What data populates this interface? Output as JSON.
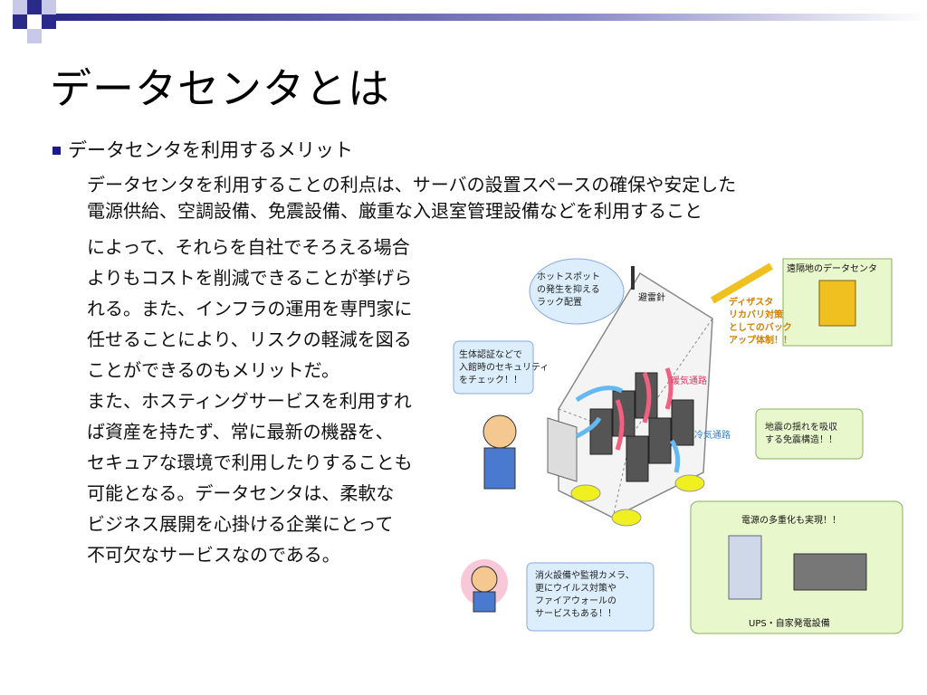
{
  "slide": {
    "title": "データセンタとは",
    "bullet": "データセンタを利用するメリット",
    "wide_lines": [
      "データセンタを利用することの利点は、サーバの設置スペースの確保や安定した",
      "電源供給、空調設備、免震設備、厳重な入退室管理設備などを利用すること"
    ],
    "narrow_lines": [
      "によって、それらを自社でそろえる場合",
      "よりもコストを削減できることが挙げら",
      "れる。また、インフラの運用を専門家に",
      "任せることにより、リスクの軽減を図る",
      "ことができるのもメリットだ。",
      "また、ホスティングサービスを利用すれ",
      "ば資産を持たず、常に最新の機器を、",
      "セキュアな環境で利用したりすることも",
      "可能となる。データセンタは、柔軟な",
      "ビジネス展開を心掛ける企業にとって",
      "不可欠なサービスなのである。"
    ]
  },
  "illustration": {
    "hotspot_bubble": [
      "ホットスポット",
      "の発生を抑える",
      "ラック配置"
    ],
    "lightning_rod": "避雷針",
    "remote_box_title": "遠隔地のデータセンタ",
    "disaster_text": [
      "ディザスタ",
      "リカバリ対策",
      "としてのバック",
      "アップ体制！！"
    ],
    "exhaust": "暖気通路",
    "cool": "冷気通路",
    "security_bubble": [
      "生体認証などで",
      "入館時のセキュリティ",
      "をチェック！！"
    ],
    "quake_bubble": [
      "地震の揺れを吸収",
      "する免震構造！！"
    ],
    "power_title": "電源の多重化も実現！！",
    "power_caption": "UPS・自家発電設備",
    "services_bubble": [
      "消火設備や監視カメラ、",
      "更にウイルス対策や",
      "ファイアウォールの",
      "サービスもある！！"
    ]
  },
  "colors": {
    "deco_dark": "#2a2a8a",
    "deco_light": "#c8c8e8",
    "bullet": "#1a1a8c",
    "bubble_blue": "#dceefc",
    "box_green": "#e8f7cc",
    "arrow_cold": "#66b8f0",
    "arrow_hot": "#f06080",
    "disaster_arrow": "#f0c020",
    "pedestal": "#f0f020"
  }
}
